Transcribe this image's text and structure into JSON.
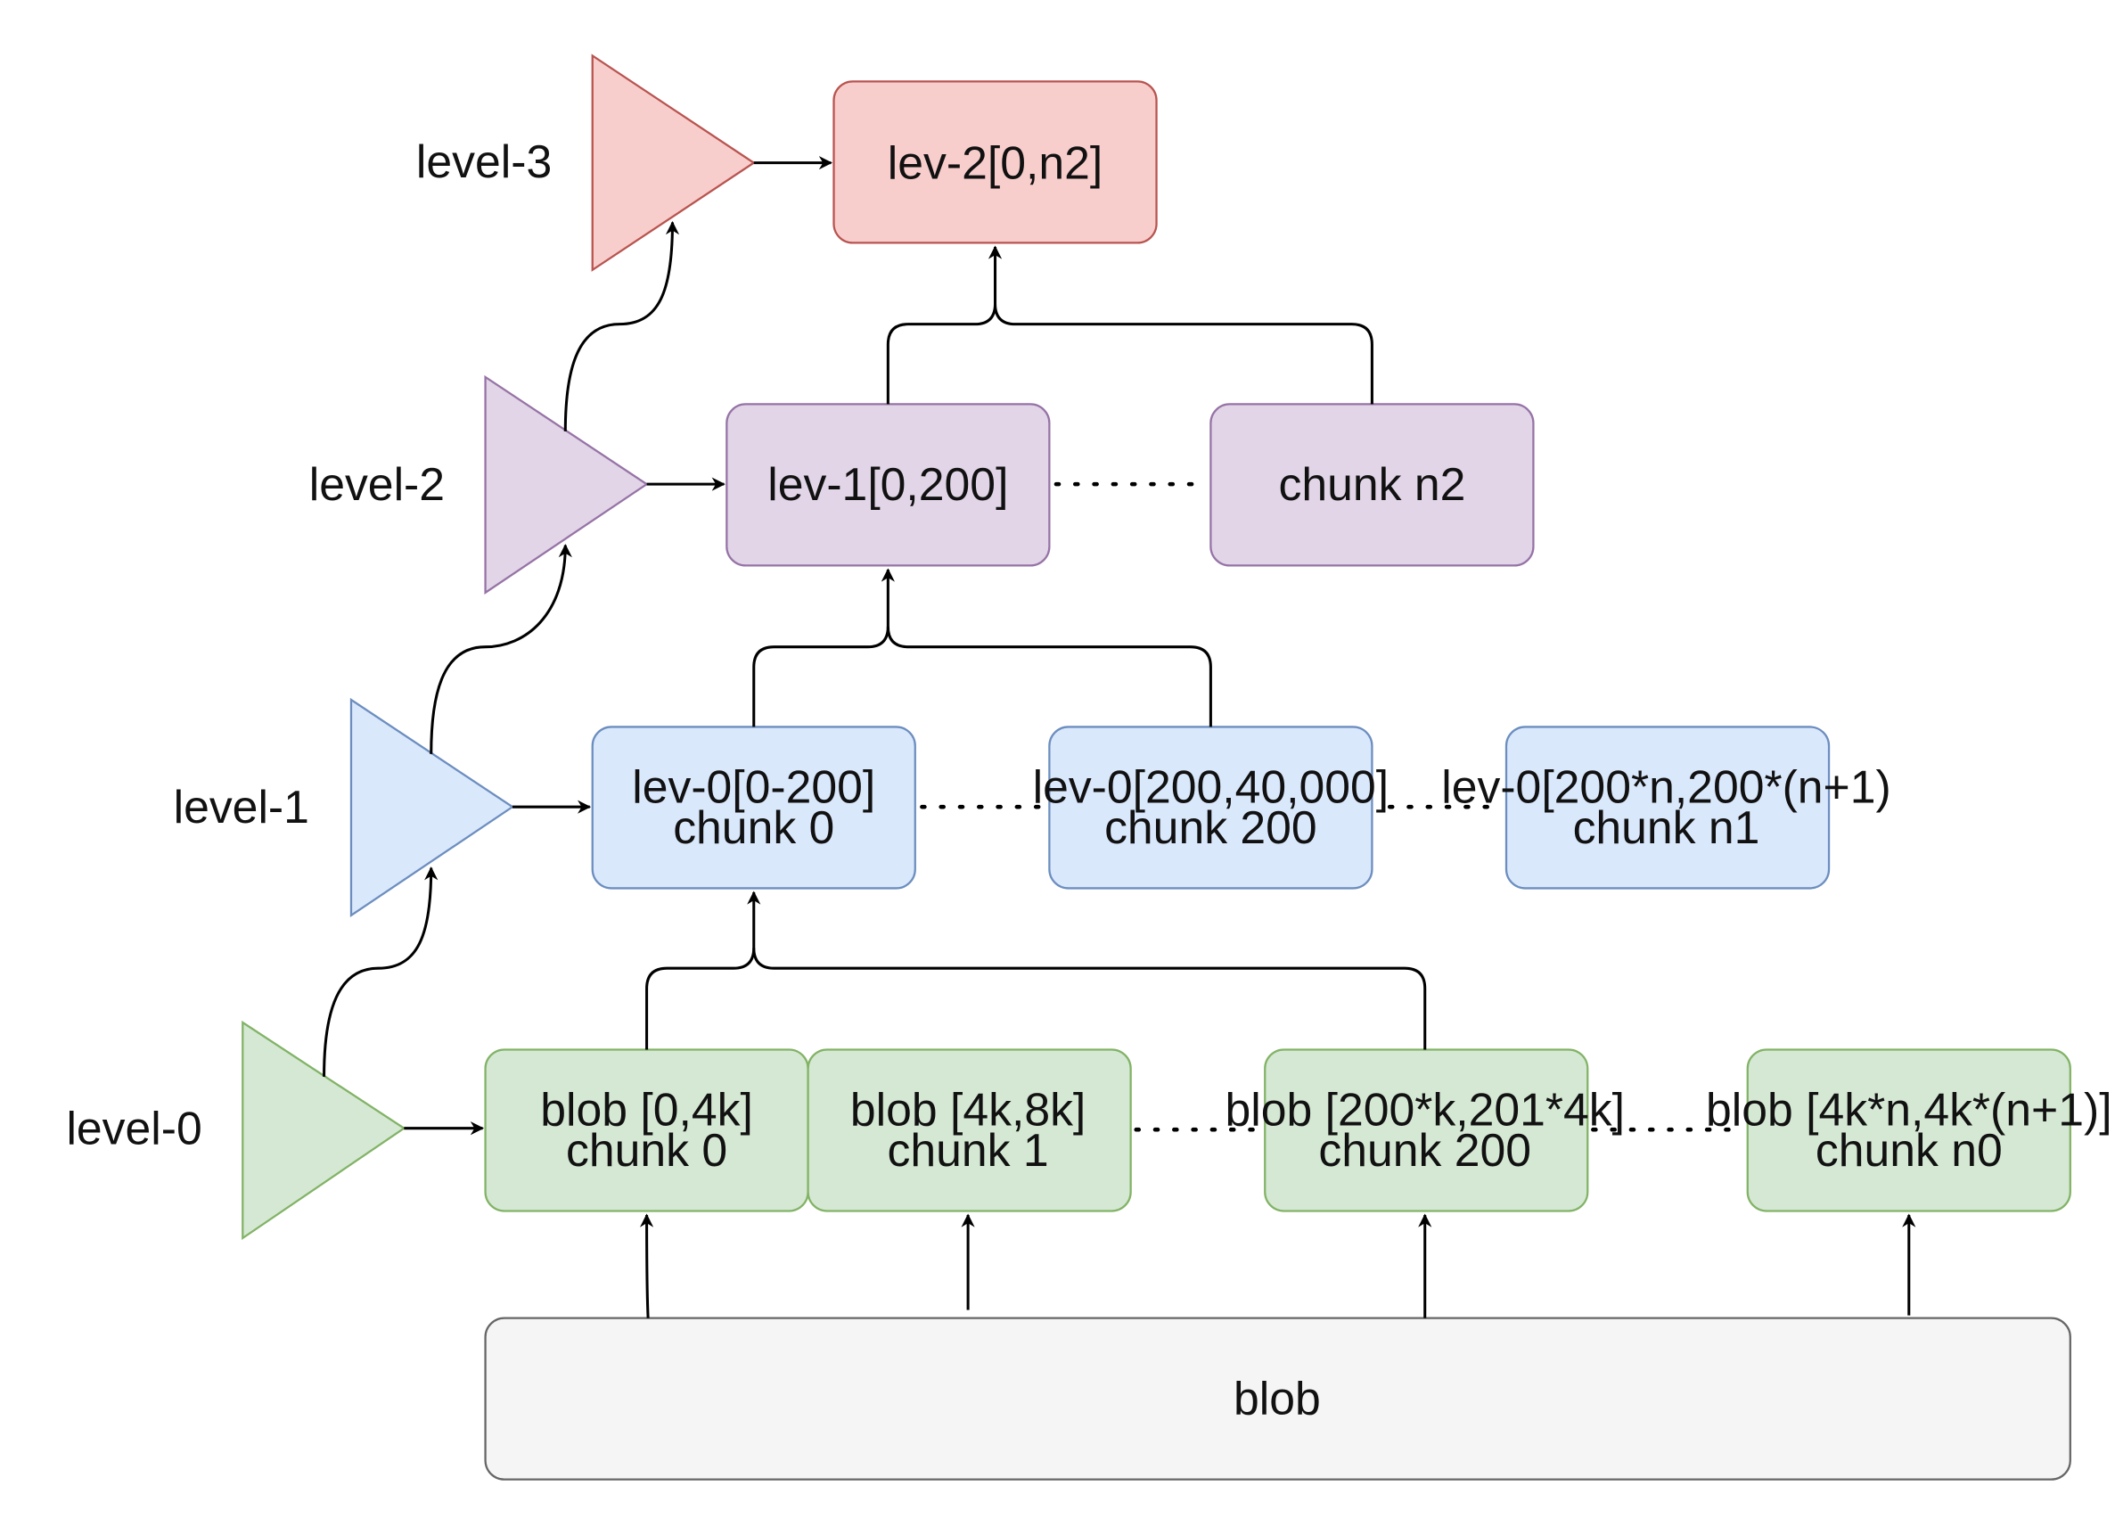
{
  "levels": [
    {
      "label": "level-3",
      "color": {
        "fill": "#f8cecc",
        "stroke": "#b85450"
      }
    },
    {
      "label": "level-2",
      "color": {
        "fill": "#e1d5e7",
        "stroke": "#9673a6"
      }
    },
    {
      "label": "level-1",
      "color": {
        "fill": "#dae8fc",
        "stroke": "#6c8ebf"
      }
    },
    {
      "label": "level-0",
      "color": {
        "fill": "#d5e8d4",
        "stroke": "#82b366"
      }
    }
  ],
  "nodes": {
    "l3_root": {
      "lines": [
        "lev-2[0,n2]"
      ]
    },
    "l2_first": {
      "lines": [
        "lev-1[0,200]"
      ]
    },
    "l2_last": {
      "lines": [
        "chunk n2"
      ]
    },
    "l1_first": {
      "lines": [
        "lev-0[0-200]",
        "chunk 0"
      ]
    },
    "l1_mid": {
      "lines": [
        "lev-0[200,40,000]",
        "chunk 200"
      ]
    },
    "l1_last": {
      "lines": [
        "lev-0[200*n,200*(n+1)",
        "chunk n1"
      ]
    },
    "l0_a": {
      "lines": [
        "blob [0,4k]",
        "chunk 0"
      ]
    },
    "l0_b": {
      "lines": [
        "blob [4k,8k]",
        "chunk 1"
      ]
    },
    "l0_c": {
      "lines": [
        "blob [200*k,201*4k]",
        "chunk 200"
      ]
    },
    "l0_d": {
      "lines": [
        "blob [4k*n,4k*(n+1)]",
        "chunk n0"
      ]
    },
    "blob": {
      "lines": [
        "blob"
      ],
      "color": {
        "fill": "#f5f5f5",
        "stroke": "#666666"
      }
    }
  }
}
